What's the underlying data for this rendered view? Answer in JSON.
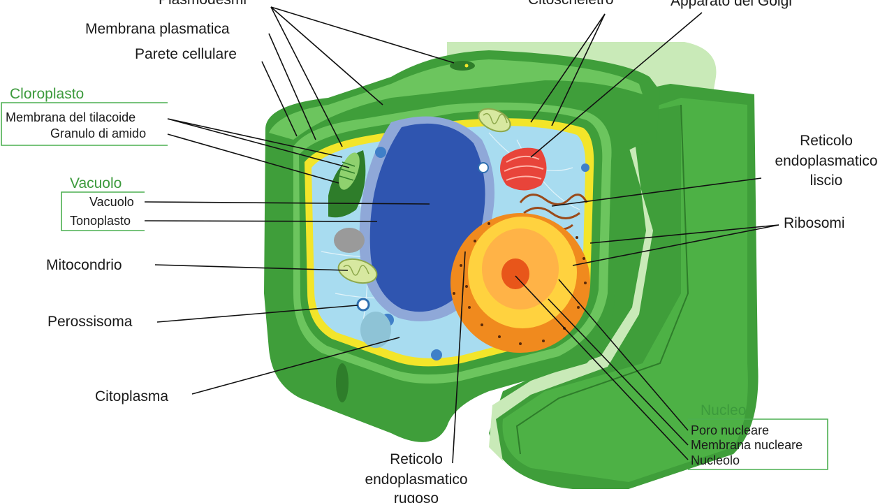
{
  "colors": {
    "cell_wall_dark": "#3f9e3a",
    "cell_wall_light": "#6cc55e",
    "cell_wall_pale": "#c9eab8",
    "membrane_yellow": "#f3e52a",
    "cytoplasm": "#a8dcf0",
    "vacuole": "#2f55b0",
    "nucleus_orange": "#f08a1e",
    "nucleus_core": "#ffc94d",
    "group_label": "#3c9a3c"
  },
  "labels": {
    "plasmodesmi": "Plasmodesmi",
    "membrana_plasmatica": "Membrana plasmatica",
    "parete_cellulare": "Parete cellulare",
    "citoscheletro": "Citoscheletro",
    "apparato_golgi": "Apparato del Golgi",
    "rel_line1": "Reticolo",
    "rel_line2": "endoplasmatico",
    "rel_line3": "liscio",
    "ribosomi": "Ribosomi",
    "mitocondrio": "Mitocondrio",
    "perossisoma": "Perossisoma",
    "citoplasma": "Citoplasma",
    "rer_line1": "Reticolo",
    "rer_line2": "endoplasmatico",
    "rer_line3": "rugoso"
  },
  "groups": {
    "cloroplasto": {
      "title": "Cloroplasto",
      "items": [
        "Membrana del tilacoide",
        "Granulo di amido"
      ]
    },
    "vacuolo": {
      "title": "Vacuolo",
      "items": [
        "Vacuolo",
        "Tonoplasto"
      ]
    },
    "nucleo": {
      "title": "Nucleo",
      "items": [
        "Poro nucleare",
        "Membrana nucleare",
        "Nucleolo"
      ]
    }
  }
}
